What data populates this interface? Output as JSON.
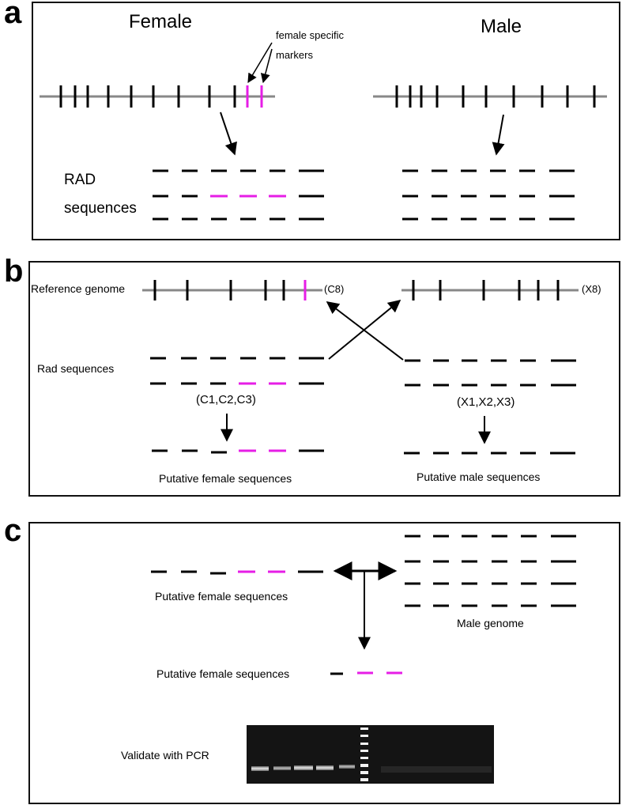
{
  "panels": {
    "a": {
      "letter": "a",
      "female_title": "Female",
      "male_title": "Male",
      "marker_label_line1": "female specific",
      "marker_label_line2": "markers",
      "rad_label_line1": "RAD",
      "rad_label_line2": "sequences"
    },
    "b": {
      "letter": "b",
      "reference_genome": "Reference genome",
      "rad_sequences": "Rad sequences",
      "c8": "(C8)",
      "x8": "(X8)",
      "female_clusters": "(C1,C2,C3)",
      "male_clusters": "(X1,X2,X3)",
      "putative_female": "Putative female sequences",
      "putative_male": "Putative male sequences"
    },
    "c": {
      "letter": "c",
      "putative_female_top": "Putative female sequences",
      "male_genome": "Male genome",
      "putative_female_bottom": "Putative female sequences",
      "validate": "Validate with PCR"
    }
  },
  "colors": {
    "marker": "#e61ee6",
    "genome_line": "#888888",
    "ink": "#000000"
  }
}
